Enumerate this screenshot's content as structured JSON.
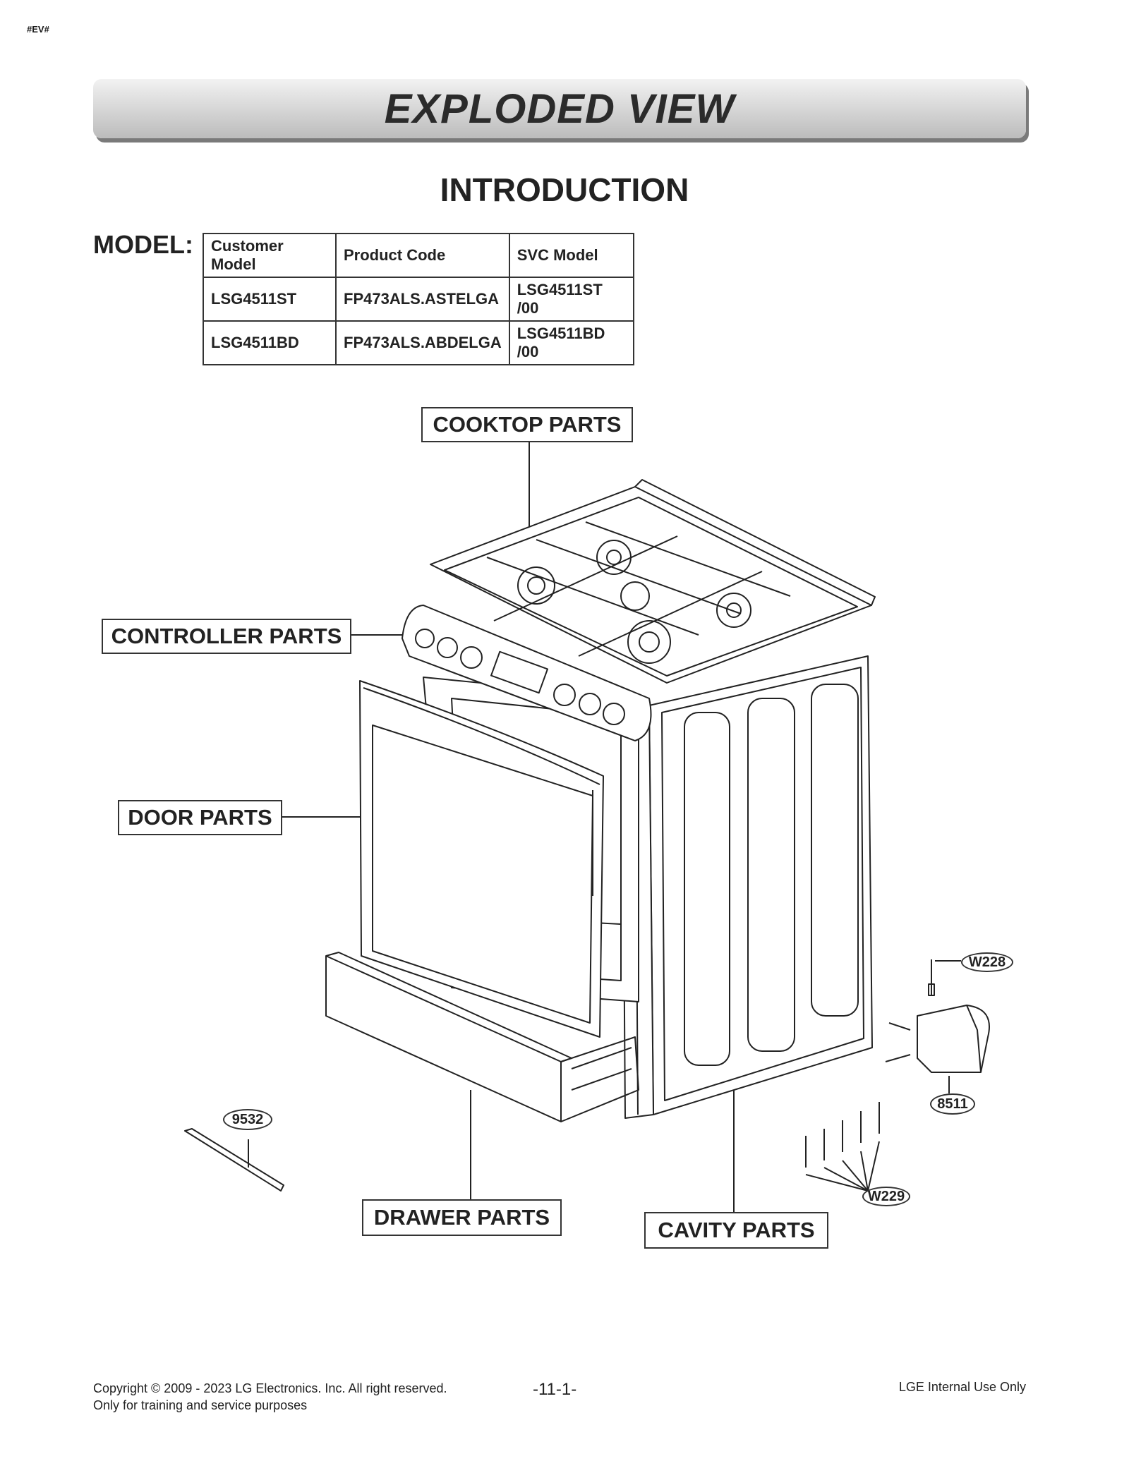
{
  "corner_tag": "#EV#",
  "banner_title": "EXPLODED VIEW",
  "section_title": "INTRODUCTION",
  "model_label": "MODEL:",
  "model_table": {
    "headers": [
      "Customer Model",
      "Product Code",
      "SVC Model"
    ],
    "rows": [
      [
        "LSG4511ST",
        "FP473ALS.ASTELGA",
        "LSG4511ST /00"
      ],
      [
        "LSG4511BD",
        "FP473ALS.ABDELGA",
        "LSG4511BD /00"
      ]
    ]
  },
  "callouts": {
    "cooktop": "COOKTOP PARTS",
    "controller": "CONTROLLER PARTS",
    "door": "DOOR PARTS",
    "drawer": "DRAWER PARTS",
    "cavity": "CAVITY PARTS"
  },
  "part_numbers": {
    "w228": "W228",
    "p8511": "8511",
    "w229": "W229",
    "p9532": "9532"
  },
  "footer": {
    "copyright": "Copyright © 2009 - 2023 LG Electronics. Inc. All right reserved.",
    "purpose": "Only for training and service purposes",
    "page": "-11-1-",
    "internal": "LGE Internal Use Only"
  }
}
